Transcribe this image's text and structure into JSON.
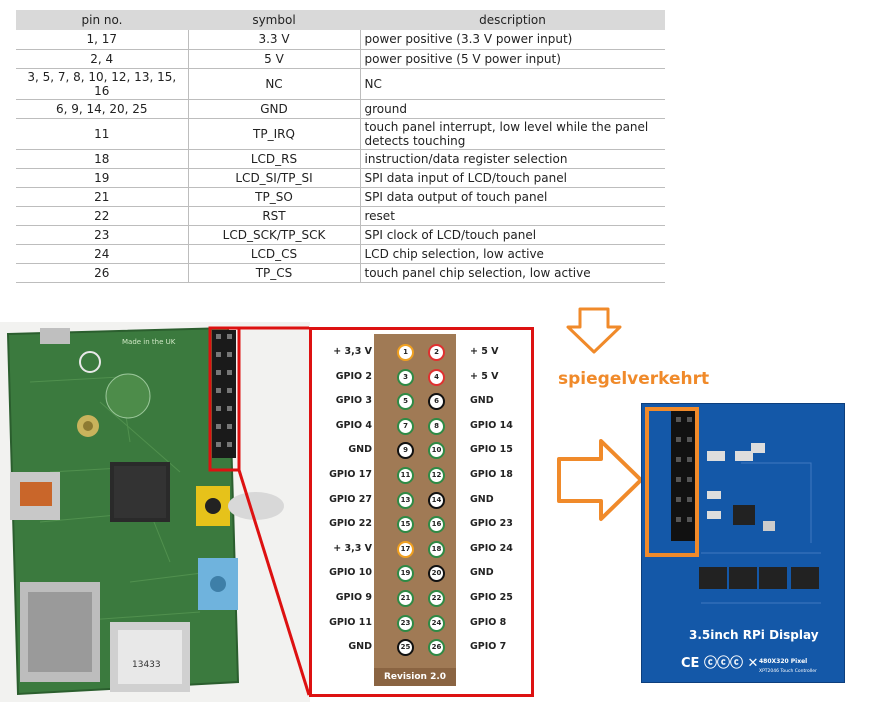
{
  "table": {
    "headers": [
      "pin no.",
      "symbol",
      "description"
    ],
    "rows": [
      [
        "1, 17",
        "3.3 V",
        "power positive (3.3 V power input)"
      ],
      [
        "2, 4",
        "5 V",
        "power positive (5 V power input)"
      ],
      [
        "3, 5, 7, 8, 10, 12, 13, 15, 16",
        "NC",
        "NC"
      ],
      [
        "6, 9, 14, 20, 25",
        "GND",
        "ground"
      ],
      [
        "11",
        "TP_IRQ",
        "touch panel interrupt, low level while the panel detects touching"
      ],
      [
        "18",
        "LCD_RS",
        "instruction/data register selection"
      ],
      [
        "19",
        "LCD_SI/TP_SI",
        "SPI data input of LCD/touch panel"
      ],
      [
        "21",
        "TP_SO",
        "SPI data output of touch panel"
      ],
      [
        "22",
        "RST",
        "reset"
      ],
      [
        "23",
        "LCD_SCK/TP_SCK",
        "SPI clock of LCD/touch panel"
      ],
      [
        "24",
        "LCD_CS",
        "LCD chip selection, low active"
      ],
      [
        "26",
        "TP_CS",
        "touch panel chip selection, low active"
      ]
    ]
  },
  "gpio": {
    "rows": [
      {
        "left": "+ 3,3 V",
        "odd": "1",
        "even": "2",
        "right": "+ 5 V",
        "oddKind": "p33",
        "evenKind": "p5"
      },
      {
        "left": "GPIO 2",
        "odd": "3",
        "even": "4",
        "right": "+ 5 V",
        "oddKind": "gp",
        "evenKind": "p5"
      },
      {
        "left": "GPIO 3",
        "odd": "5",
        "even": "6",
        "right": "GND",
        "oddKind": "gp",
        "evenKind": "pg"
      },
      {
        "left": "GPIO 4",
        "odd": "7",
        "even": "8",
        "right": "GPIO 14",
        "oddKind": "gp",
        "evenKind": "gp"
      },
      {
        "left": "GND",
        "odd": "9",
        "even": "10",
        "right": "GPIO 15",
        "oddKind": "pg",
        "evenKind": "gp"
      },
      {
        "left": "GPIO 17",
        "odd": "11",
        "even": "12",
        "right": "GPIO 18",
        "oddKind": "gp",
        "evenKind": "gp"
      },
      {
        "left": "GPIO 27",
        "odd": "13",
        "even": "14",
        "right": "GND",
        "oddKind": "gp",
        "evenKind": "pg"
      },
      {
        "left": "GPIO 22",
        "odd": "15",
        "even": "16",
        "right": "GPIO 23",
        "oddKind": "gp",
        "evenKind": "gp"
      },
      {
        "left": "+ 3,3 V",
        "odd": "17",
        "even": "18",
        "right": "GPIO 24",
        "oddKind": "p33",
        "evenKind": "gp"
      },
      {
        "left": "GPIO 10",
        "odd": "19",
        "even": "20",
        "right": "GND",
        "oddKind": "gp",
        "evenKind": "pg"
      },
      {
        "left": "GPIO 9",
        "odd": "21",
        "even": "22",
        "right": "GPIO 25",
        "oddKind": "gp",
        "evenKind": "gp"
      },
      {
        "left": "GPIO 11",
        "odd": "23",
        "even": "24",
        "right": "GPIO 8",
        "oddKind": "gp",
        "evenKind": "gp"
      },
      {
        "left": "GND",
        "odd": "25",
        "even": "26",
        "right": "GPIO 7",
        "oddKind": "pg",
        "evenKind": "gp"
      }
    ],
    "revision": "Revision 2.0"
  },
  "annotation": {
    "mirror_text": "spiegelverkehrt",
    "accent_orange": "#f08a2a",
    "highlight_red": "#dd1111"
  },
  "board_photo": {
    "made_in": "Made in the UK",
    "label_13433": "13433"
  },
  "lcd": {
    "title": "3.5inch RPi Display",
    "resolution": "480X320 Pixel",
    "controller": "XPT2046 Touch Controller",
    "cert_marks": "CE ⓒⓒⓒ ✕"
  }
}
